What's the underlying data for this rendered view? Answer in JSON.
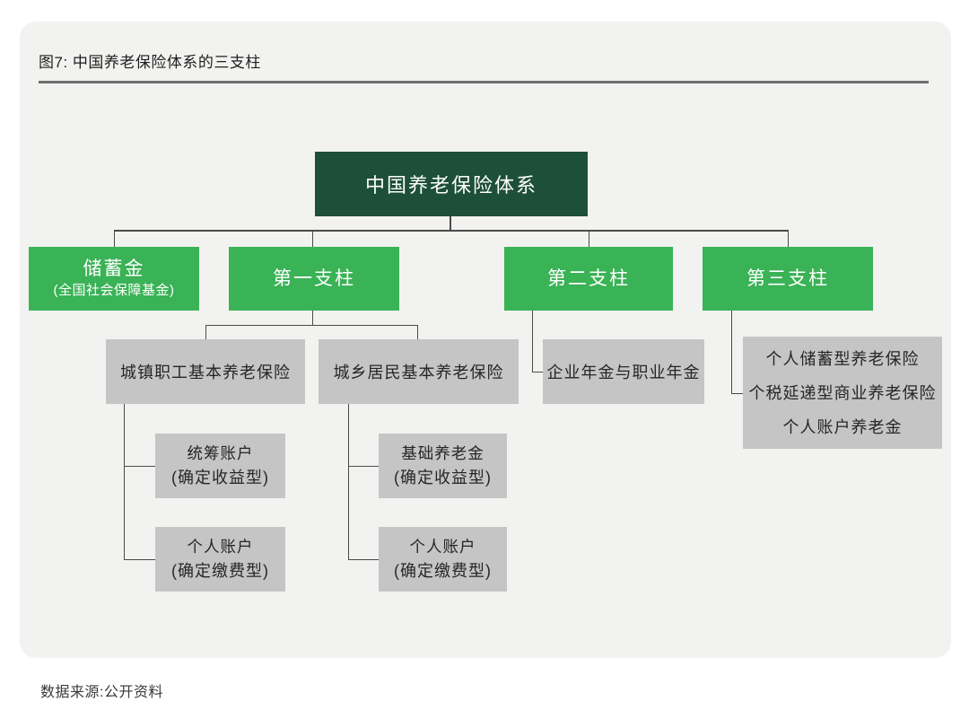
{
  "figure": {
    "title": "图7: 中国养老保险体系的三支柱",
    "source": "数据来源:公开资料"
  },
  "colors": {
    "root_bg": "#1d4f39",
    "pillar_bg": "#3ab256",
    "gray_bg": "#c5c5c5",
    "panel_bg": "#f2f2f0",
    "line": "#4a4a4a"
  },
  "tree": {
    "root": {
      "label": "中国养老保险体系"
    },
    "level2": [
      {
        "label": "储蓄金",
        "sublabel": "(全国社会保障基金)"
      },
      {
        "label": "第一支柱"
      },
      {
        "label": "第二支柱"
      },
      {
        "label": "第三支柱"
      }
    ],
    "level3": [
      {
        "label": "城镇职工基本养老保险",
        "parent": "第一支柱"
      },
      {
        "label": "城乡居民基本养老保险",
        "parent": "第一支柱"
      },
      {
        "label": "企业年金与职业年金",
        "parent": "第二支柱"
      },
      {
        "lines": [
          "个人储蓄型养老保险",
          "个税延递型商业养老保险",
          "个人账户养老金"
        ],
        "parent": "第三支柱"
      }
    ],
    "level4": [
      {
        "label": "统筹账户",
        "sublabel": "(确定收益型)",
        "parent": "城镇职工基本养老保险"
      },
      {
        "label": "个人账户",
        "sublabel": "(确定缴费型)",
        "parent": "城镇职工基本养老保险"
      },
      {
        "label": "基础养老金",
        "sublabel": "(确定收益型)",
        "parent": "城乡居民基本养老保险"
      },
      {
        "label": "个人账户",
        "sublabel": "(确定缴费型)",
        "parent": "城乡居民基本养老保险"
      }
    ]
  }
}
